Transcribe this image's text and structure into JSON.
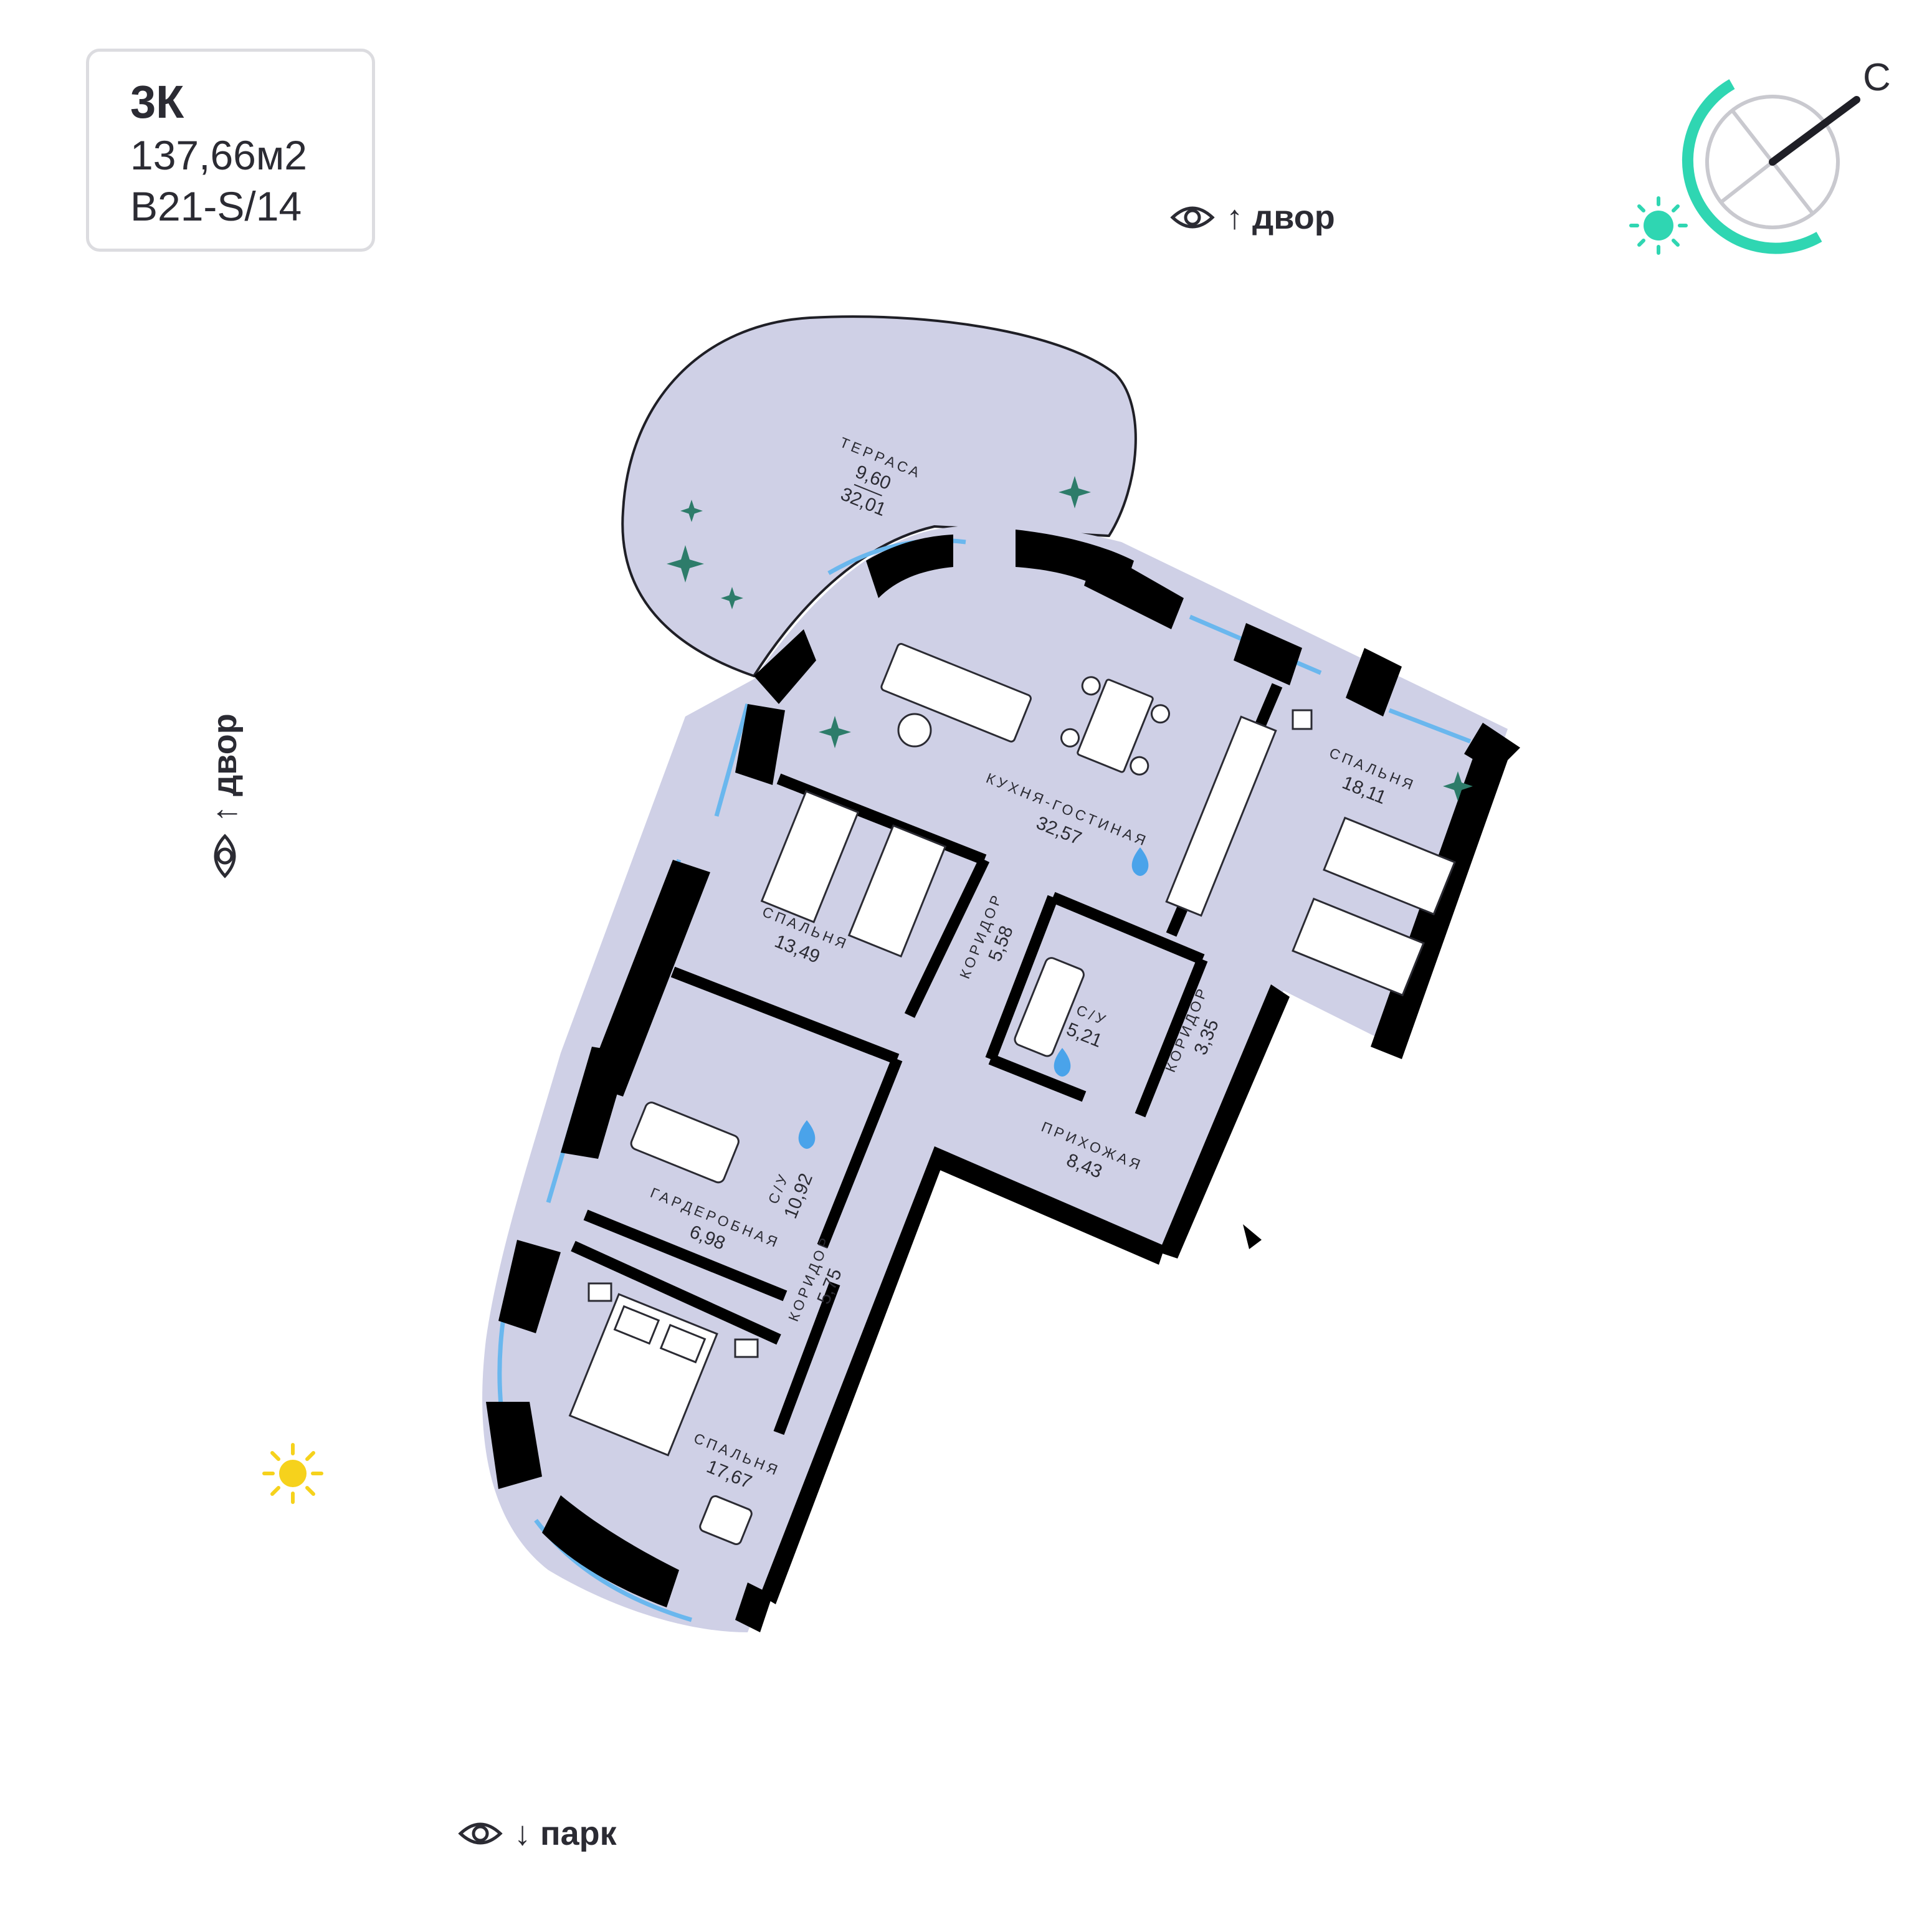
{
  "apartment": {
    "type": "3К",
    "area": "137,66м2",
    "code": "B21-S/14"
  },
  "views": {
    "top": "↑ двор",
    "left": "↑ двор",
    "bottom": "↓ парк"
  },
  "compass": {
    "north_label": "С"
  },
  "colors": {
    "floor": "#cfd0e6",
    "wall": "#000000",
    "window": "#6ab7ee",
    "compass_arc": "#2fd6b2",
    "sun": "#f6d21c",
    "drop": "#4aa3ea",
    "plant": "#2d7c6a"
  },
  "rooms": {
    "terrace": {
      "name": "ТЕРРАСА",
      "area": "9,60",
      "area_total": "32,01"
    },
    "kitchen": {
      "name": "КУХНЯ-ГОСТИНАЯ",
      "area": "32,57"
    },
    "bedroom_right": {
      "name": "СПАЛЬНЯ",
      "area": "18,11"
    },
    "bedroom_mid": {
      "name": "СПАЛЬНЯ",
      "area": "13,49"
    },
    "corridor_mid": {
      "name": "КОРИДОР",
      "area": "5,58"
    },
    "bath_mid": {
      "name": "С/У",
      "area": "5,21"
    },
    "corridor_right": {
      "name": "КОРИДОР",
      "area": "3,35"
    },
    "hall": {
      "name": "ПРИХОЖАЯ",
      "area": "8,43"
    },
    "bath_left": {
      "name": "С/У",
      "area": "10,92"
    },
    "wardrobe": {
      "name": "ГАРДЕРОБНАЯ",
      "area": "6,98"
    },
    "corridor_low": {
      "name": "КОРИДОР",
      "area": "5,75"
    },
    "bedroom_low": {
      "name": "СПАЛЬНЯ",
      "area": "17,67"
    }
  }
}
